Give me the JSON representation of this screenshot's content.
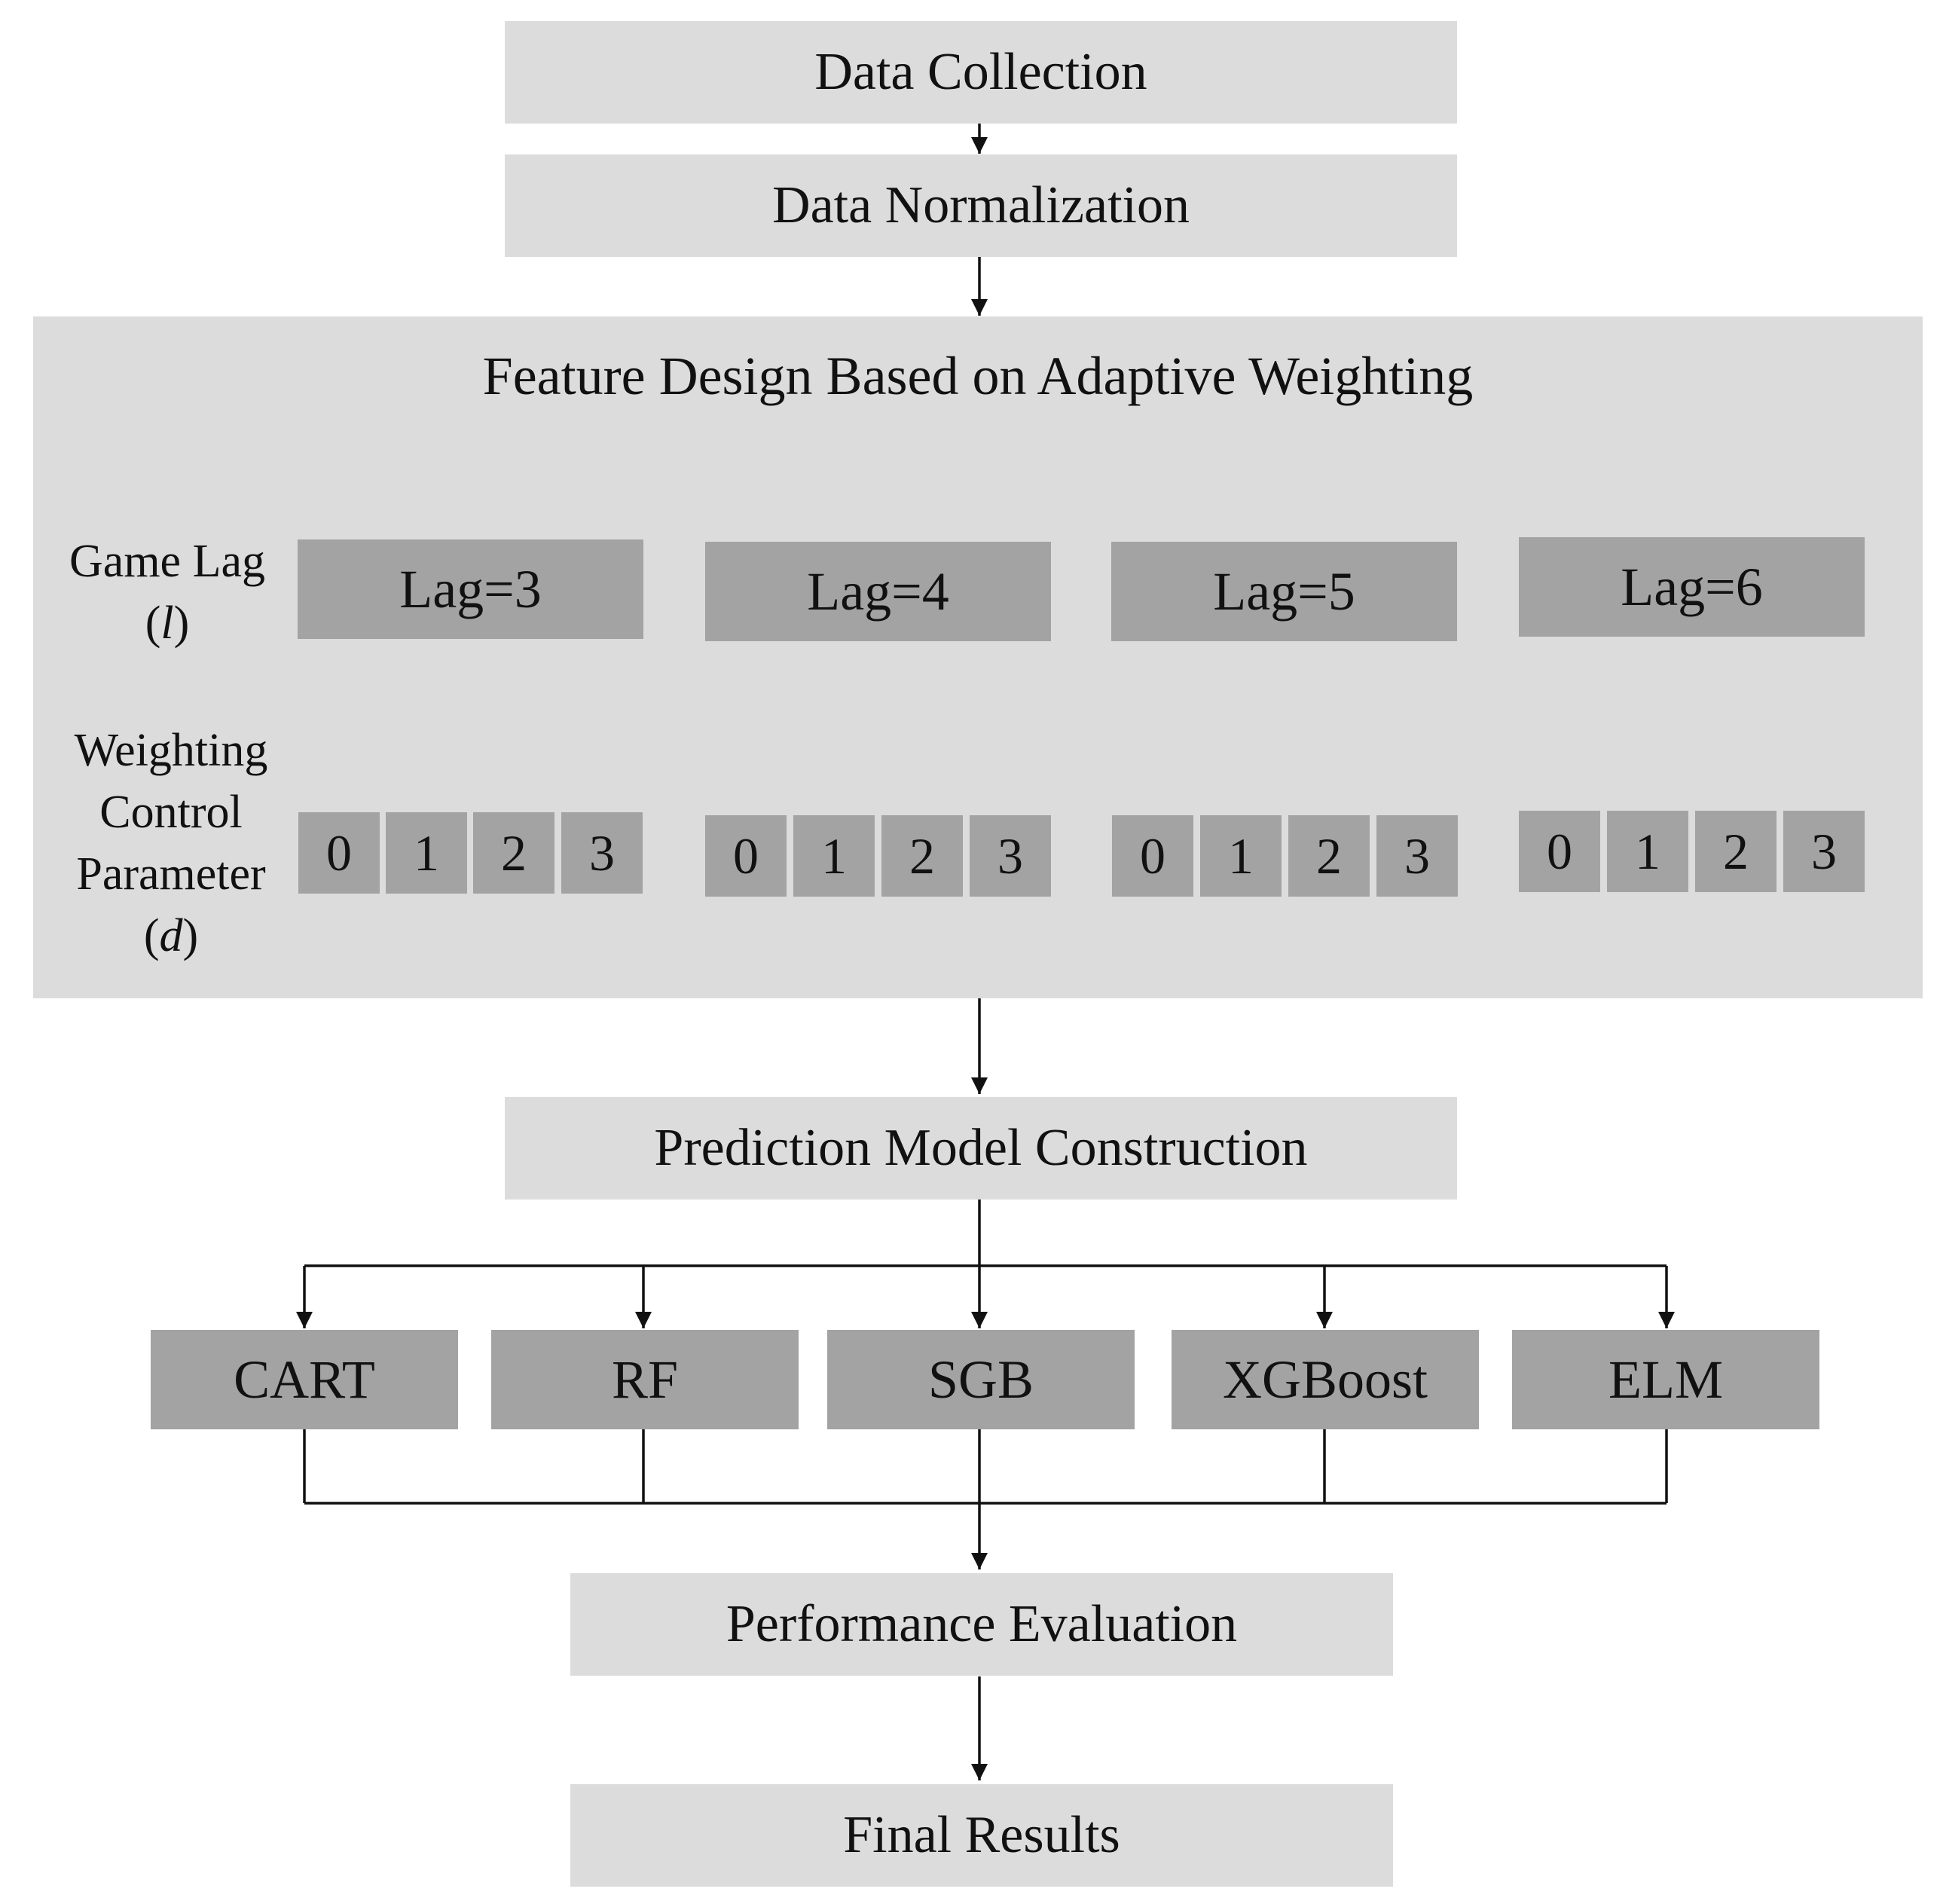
{
  "steps": {
    "data_collection": "Data Collection",
    "data_normalization": "Data Normalization",
    "prediction_model_construction": "Prediction Model Construction",
    "performance_evaluation": "Performance Evaluation",
    "final_results": "Final Results"
  },
  "feature_panel": {
    "title": "Feature Design Based on Adaptive Weighting",
    "game_lag": {
      "name": "Game Lag",
      "open": "(",
      "symbol": "l",
      "close": ")"
    },
    "weighting": {
      "line1": "Weighting",
      "line2": "Control",
      "line3": "Parameter",
      "open": "(",
      "symbol": "d",
      "close": ")"
    },
    "lags": [
      {
        "label": "Lag=3",
        "params": [
          "0",
          "1",
          "2",
          "3"
        ]
      },
      {
        "label": "Lag=4",
        "params": [
          "0",
          "1",
          "2",
          "3"
        ]
      },
      {
        "label": "Lag=5",
        "params": [
          "0",
          "1",
          "2",
          "3"
        ]
      },
      {
        "label": "Lag=6",
        "params": [
          "0",
          "1",
          "2",
          "3"
        ]
      }
    ]
  },
  "models": [
    "CART",
    "RF",
    "SGB",
    "XGBoost",
    "ELM"
  ]
}
